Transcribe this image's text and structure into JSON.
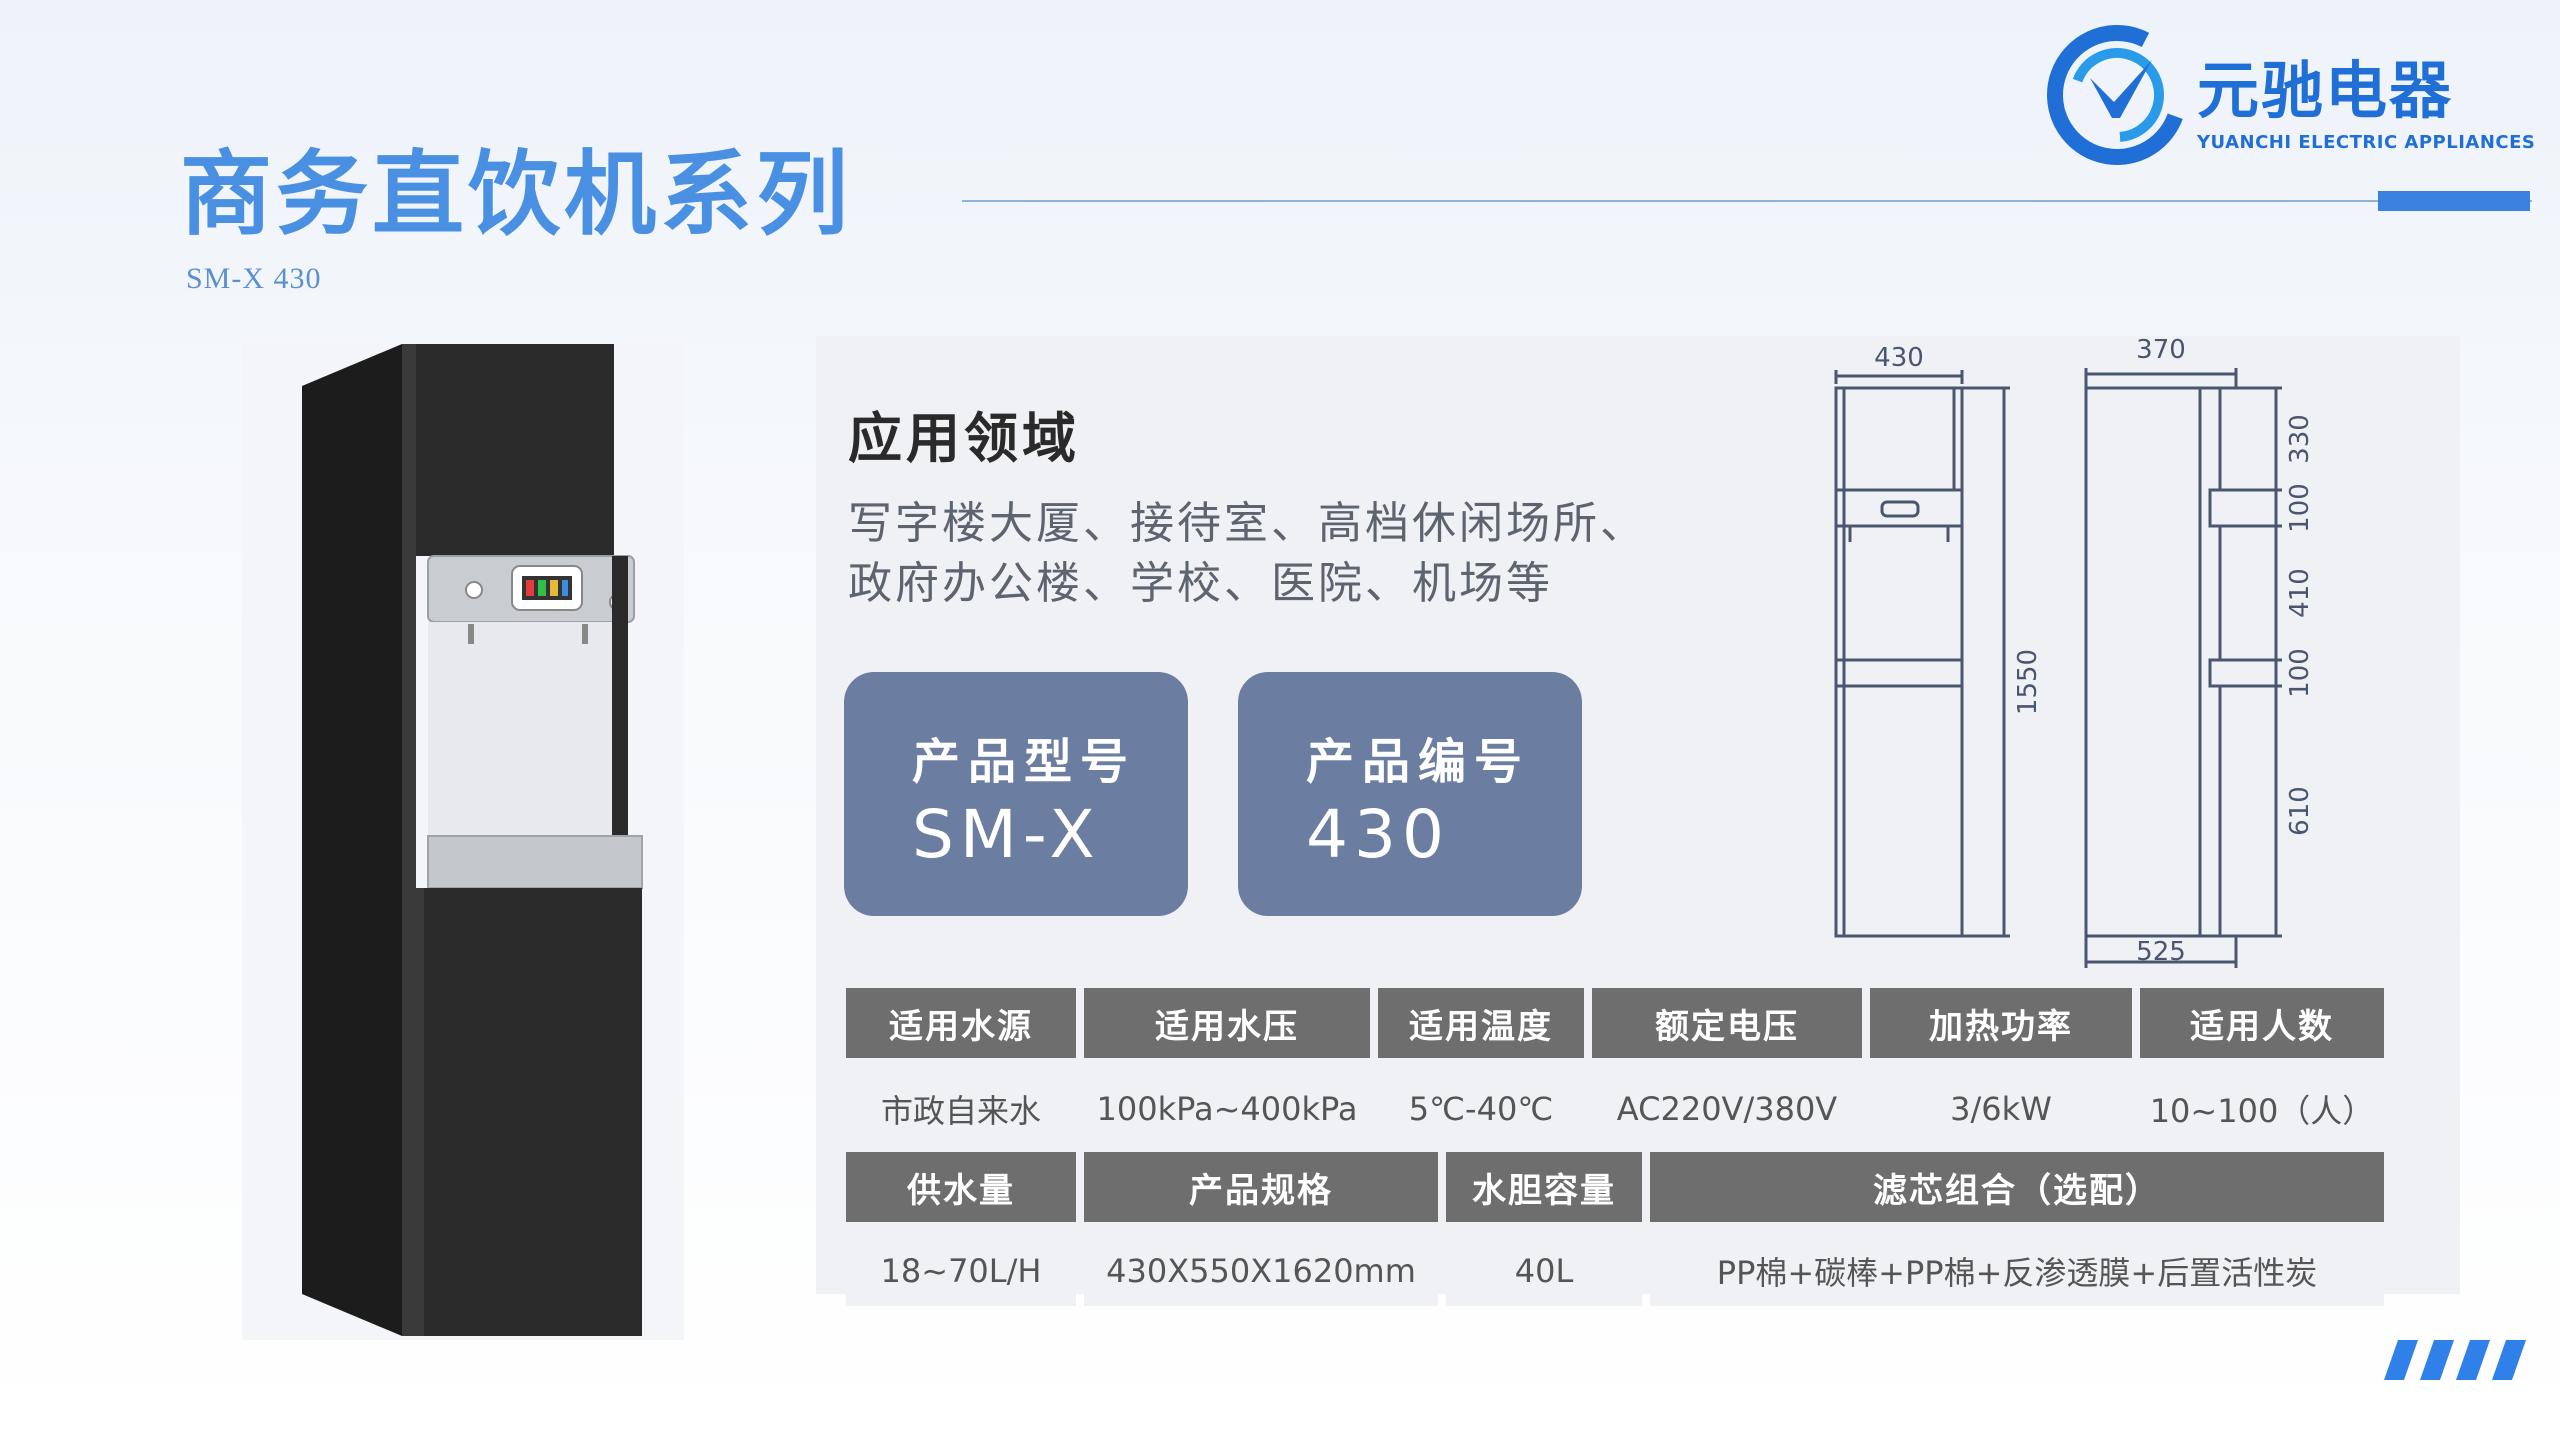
{
  "header": {
    "title": "商务直饮机系列",
    "subtitle": "SM-X  430"
  },
  "logo": {
    "name_cn": "元驰电器",
    "name_en": "YUANCHI ELECTRIC APPLIANCES",
    "brand_color": "#1f6fd6"
  },
  "application": {
    "heading": "应用领域",
    "lines": [
      "写字楼大厦、接待室、高档休闲场所、",
      "政府办公楼、学校、医院、机场等"
    ]
  },
  "cards": [
    {
      "label": "产品型号",
      "value": "SM-X"
    },
    {
      "label": "产品编号",
      "value": "430"
    }
  ],
  "drawing": {
    "front_width": "430",
    "side_width": "370",
    "depth": "525",
    "height_total": "1550",
    "segments": [
      "330",
      "100",
      "410",
      "100",
      "610"
    ]
  },
  "spec_table_1": {
    "headers": [
      "适用水源",
      "适用水压",
      "适用温度",
      "额定电压",
      "加热功率",
      "适用人数"
    ],
    "values": [
      "市政自来水",
      "100kPa~400kPa",
      "5℃-40℃",
      "AC220V/380V",
      "3/6kW",
      "10~100（人）"
    ]
  },
  "spec_table_2": {
    "headers": [
      "供水量",
      "产品规格",
      "水胆容量",
      "滤芯组合（选配）"
    ],
    "values": [
      "18~70L/H",
      "430X550X1620mm",
      "40L",
      "PP棉+碳棒+PP棉+反渗透膜+后置活性炭"
    ]
  },
  "colors": {
    "title_blue": "#4a90e2",
    "card_bg": "#6b7ea1",
    "table_header_bg": "#6e6e6e",
    "accent_blue": "#3b82e0"
  }
}
